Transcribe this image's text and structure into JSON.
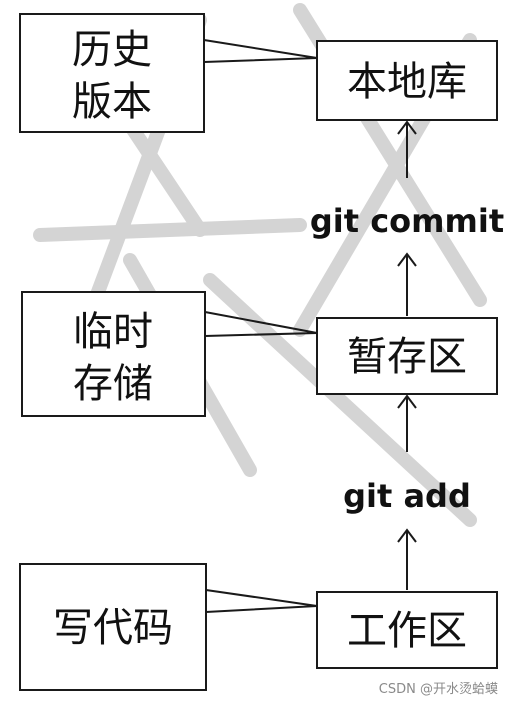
{
  "colors": {
    "stroke": "#1a1a1a",
    "text": "#111111",
    "watermark": "#d4d4d4",
    "footer_text": "#8a8a8a"
  },
  "stages": {
    "local_repo": "本地库",
    "staging": "暂存区",
    "workspace": "工作区"
  },
  "callouts": {
    "history": [
      "历史",
      "版本"
    ],
    "temp_storage": [
      "临时",
      "存储"
    ],
    "write_code": "写代码"
  },
  "commands": {
    "commit": "git commit",
    "add": "git add"
  },
  "footer": {
    "watermark": "CSDN @开水烫蛤蟆"
  }
}
